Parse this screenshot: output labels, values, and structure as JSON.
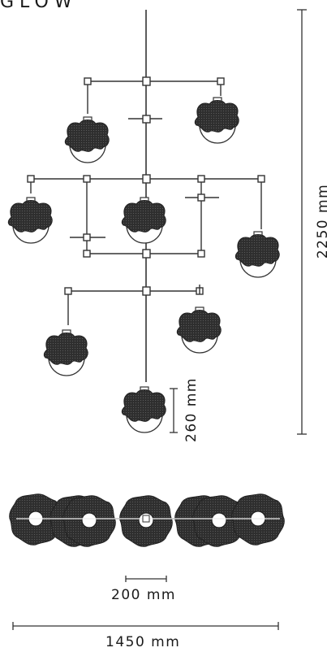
{
  "brand": "GLOW",
  "dimensions": {
    "total_height": "2250 mm",
    "shade_height": "260 mm",
    "shade_diameter": "200 mm",
    "total_width": "1450 mm"
  },
  "colors": {
    "line": "#3a3a3a",
    "shade_dark": "#2b2b2b",
    "globe_outline": "#333333"
  }
}
